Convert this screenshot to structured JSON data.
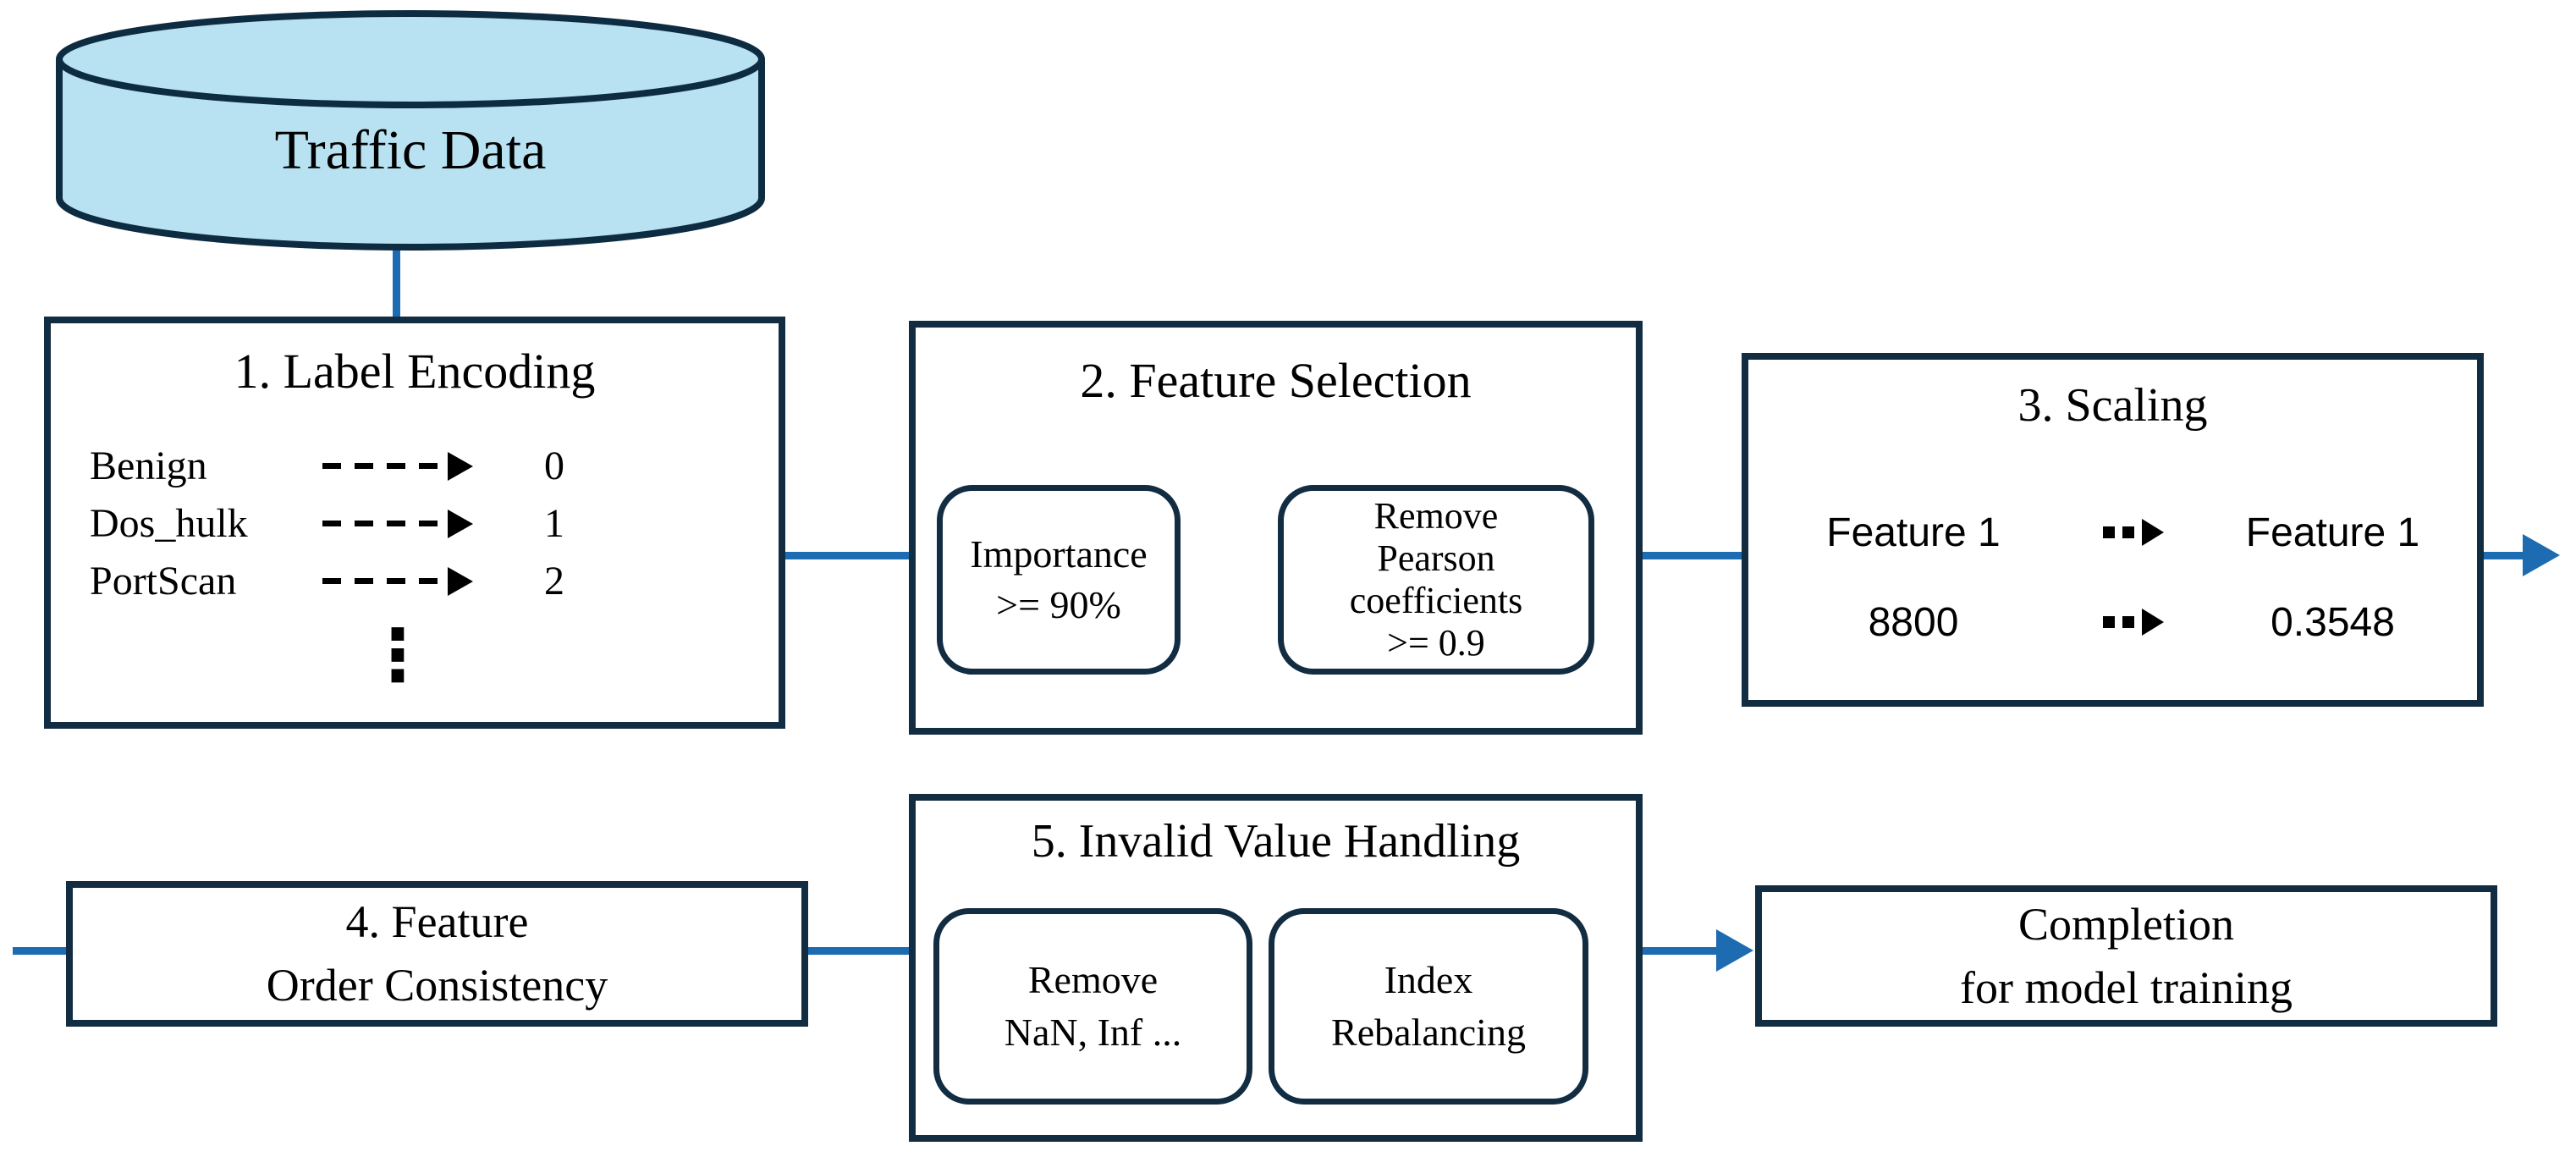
{
  "colors": {
    "accent_blue": "#1d6cb1",
    "border_navy": "#122c42",
    "cylinder_fill": "#b8e2f1"
  },
  "database": {
    "label": "Traffic Data"
  },
  "steps": {
    "label_encoding": {
      "title": "1. Label Encoding",
      "mappings": [
        {
          "from": "Benign",
          "to": "0"
        },
        {
          "from": "Dos_hulk",
          "to": "1"
        },
        {
          "from": "PortScan",
          "to": "2"
        }
      ],
      "more_indicator": "⋮"
    },
    "feature_selection": {
      "title": "2. Feature Selection",
      "criteria": [
        {
          "label": "Importance\n>= 90%"
        },
        {
          "label": "Remove\nPearson\ncoefficients\n>= 0.9"
        }
      ]
    },
    "scaling": {
      "title": "3. Scaling",
      "examples": [
        {
          "before": "Feature 1",
          "after": "Feature 1"
        },
        {
          "before": "8800",
          "after": "0.3548"
        }
      ]
    },
    "feature_order": {
      "title": "4. Feature\nOrder Consistency"
    },
    "invalid_value": {
      "title": "5. Invalid Value Handling",
      "actions": [
        {
          "label": "Remove\nNaN, Inf ..."
        },
        {
          "label": "Index\nRebalancing"
        }
      ]
    },
    "completion": {
      "title": "Completion\nfor model training"
    }
  }
}
